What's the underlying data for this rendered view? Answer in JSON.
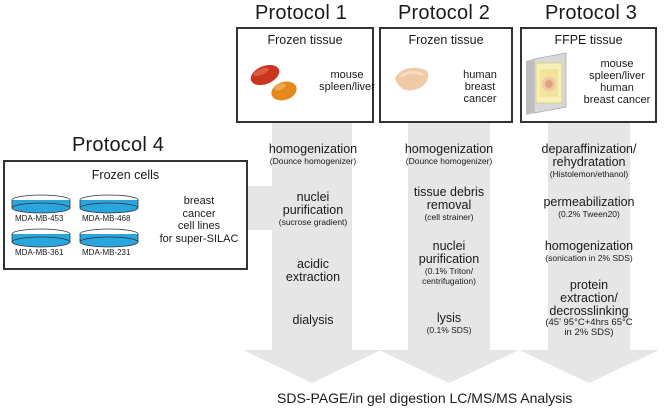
{
  "protocols": [
    {
      "title": "Protocol 1",
      "tissue": "Frozen tissue",
      "sample": [
        "mouse",
        "spleen/liver"
      ],
      "steps": [
        {
          "main": [
            "homogenization"
          ],
          "sub": [
            "(Dounce homogenizer)"
          ]
        },
        {
          "main": [
            "nuclei",
            "purification"
          ],
          "sub": [
            "(sucrose gradient)"
          ]
        },
        {
          "main": [
            "acidic",
            "extraction"
          ],
          "sub": []
        },
        {
          "main": [
            "dialysis"
          ],
          "sub": []
        }
      ]
    },
    {
      "title": "Protocol 2",
      "tissue": "Frozen tissue",
      "sample": [
        "human",
        "breast cancer"
      ],
      "steps": [
        {
          "main": [
            "homogenization"
          ],
          "sub": [
            "(Dounce homogenizer)"
          ]
        },
        {
          "main": [
            "tissue debris",
            "removal"
          ],
          "sub": [
            "(cell strainer)"
          ]
        },
        {
          "main": [
            "nuclei",
            "purification"
          ],
          "sub": [
            "(0.1% Triton/",
            "centrifugation)"
          ]
        },
        {
          "main": [
            "lysis"
          ],
          "sub": [
            "(0.1% SDS)"
          ]
        }
      ]
    },
    {
      "title": "Protocol 3",
      "tissue": "FFPE tissue",
      "sample": [
        "mouse",
        "spleen/liver",
        "human",
        "breast cancer"
      ],
      "steps": [
        {
          "main": [
            "deparaffinization/",
            "rehydratation"
          ],
          "sub": [
            "(Histolemon/ethanol)"
          ]
        },
        {
          "main": [
            "permeabilization"
          ],
          "sub": [
            "(0.2% Tween20)"
          ]
        },
        {
          "main": [
            "homogenization"
          ],
          "sub": [
            "(sonication in 2% SDS)"
          ]
        },
        {
          "main": [
            "protein",
            "extraction/",
            "decrosslinking"
          ],
          "sub": [
            "(45' 95°C+4hrs 65°C",
            "in 2% SDS)"
          ]
        }
      ]
    },
    {
      "title": "Protocol 4",
      "tissue": "Frozen cells",
      "sample": [
        "breast",
        "cancer",
        "cell lines",
        "for super-SILAC"
      ],
      "cell_lines": [
        "MDA-MB-453",
        "MDA-MB-468",
        "MDA-MB-361",
        "MDA-MB-231"
      ]
    }
  ],
  "footer": "SDS-PAGE/in gel digestion LC/MS/MS Analysis",
  "colors": {
    "arrow": "#e6e6e6",
    "dish": "#2aa6df",
    "liver": "#c9361e",
    "spleen": "#e5891f",
    "breast": "#f0c9a6"
  }
}
